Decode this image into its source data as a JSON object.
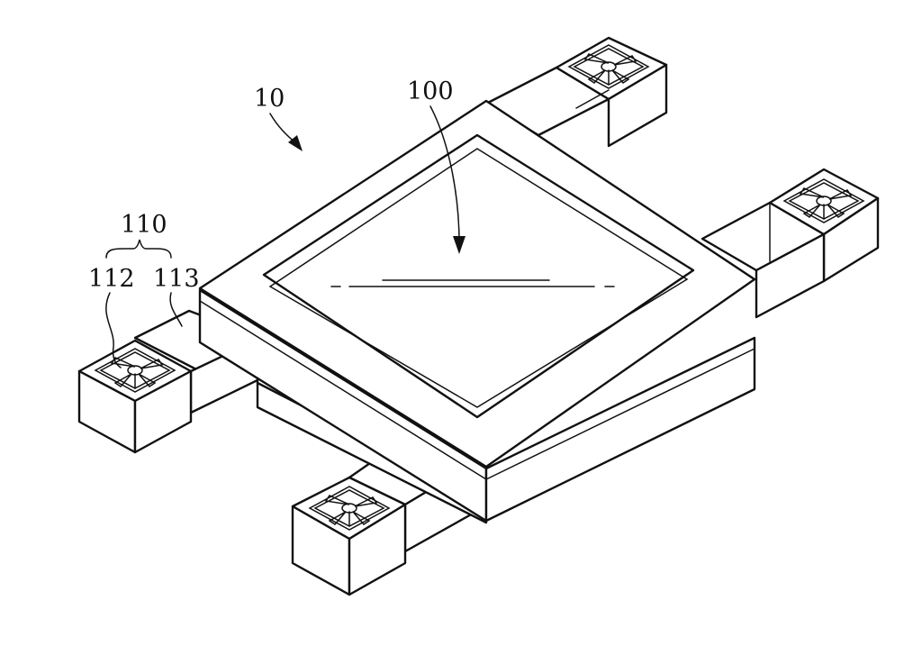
{
  "figure": {
    "labels": {
      "device": "10",
      "body": "100",
      "module": "110",
      "fan": "112",
      "housing": "113"
    },
    "colors": {
      "line": "#111111",
      "background": "#ffffff"
    }
  }
}
